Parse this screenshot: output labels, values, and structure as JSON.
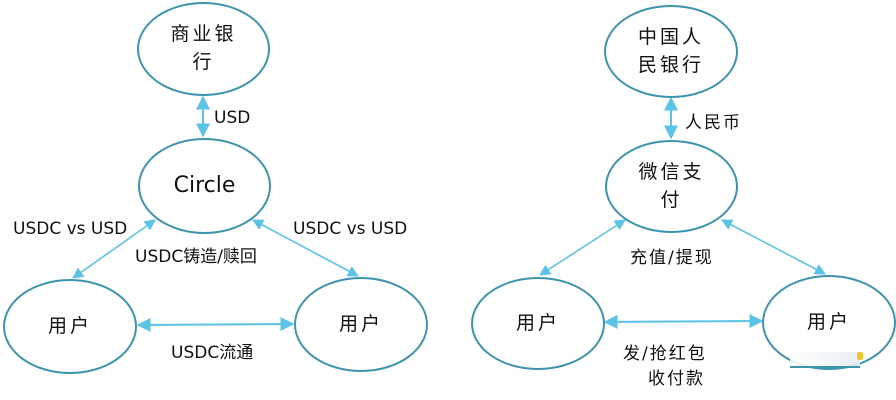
{
  "colors": {
    "node_border": "#3e93ad",
    "arrow": "#5bc3e6",
    "text": "#111111"
  },
  "left_diagram": {
    "nodes": {
      "bank": {
        "lines": [
          "商业银",
          "行"
        ]
      },
      "center": {
        "lines": [
          "Circle"
        ]
      },
      "user_left": {
        "lines": [
          "用户"
        ]
      },
      "user_right": {
        "lines": [
          "用户"
        ]
      }
    },
    "edges": {
      "bank_center": "USD",
      "center_user_left": "USDC vs USD",
      "center_user_right": "USDC vs USD",
      "mint_redeem": "USDC铸造/赎回",
      "user_user": "USDC流通"
    }
  },
  "right_diagram": {
    "nodes": {
      "bank": {
        "lines": [
          "中国人",
          "民银行"
        ]
      },
      "center": {
        "lines": [
          "微信支",
          "付"
        ]
      },
      "user_left": {
        "lines": [
          "用户"
        ]
      },
      "user_right": {
        "lines": [
          "用户"
        ]
      }
    },
    "edges": {
      "bank_center": "人民币",
      "topup_withdraw": "充值/提现",
      "user_user_line1": "发/抢红包",
      "user_user_line2": "收付款"
    }
  }
}
